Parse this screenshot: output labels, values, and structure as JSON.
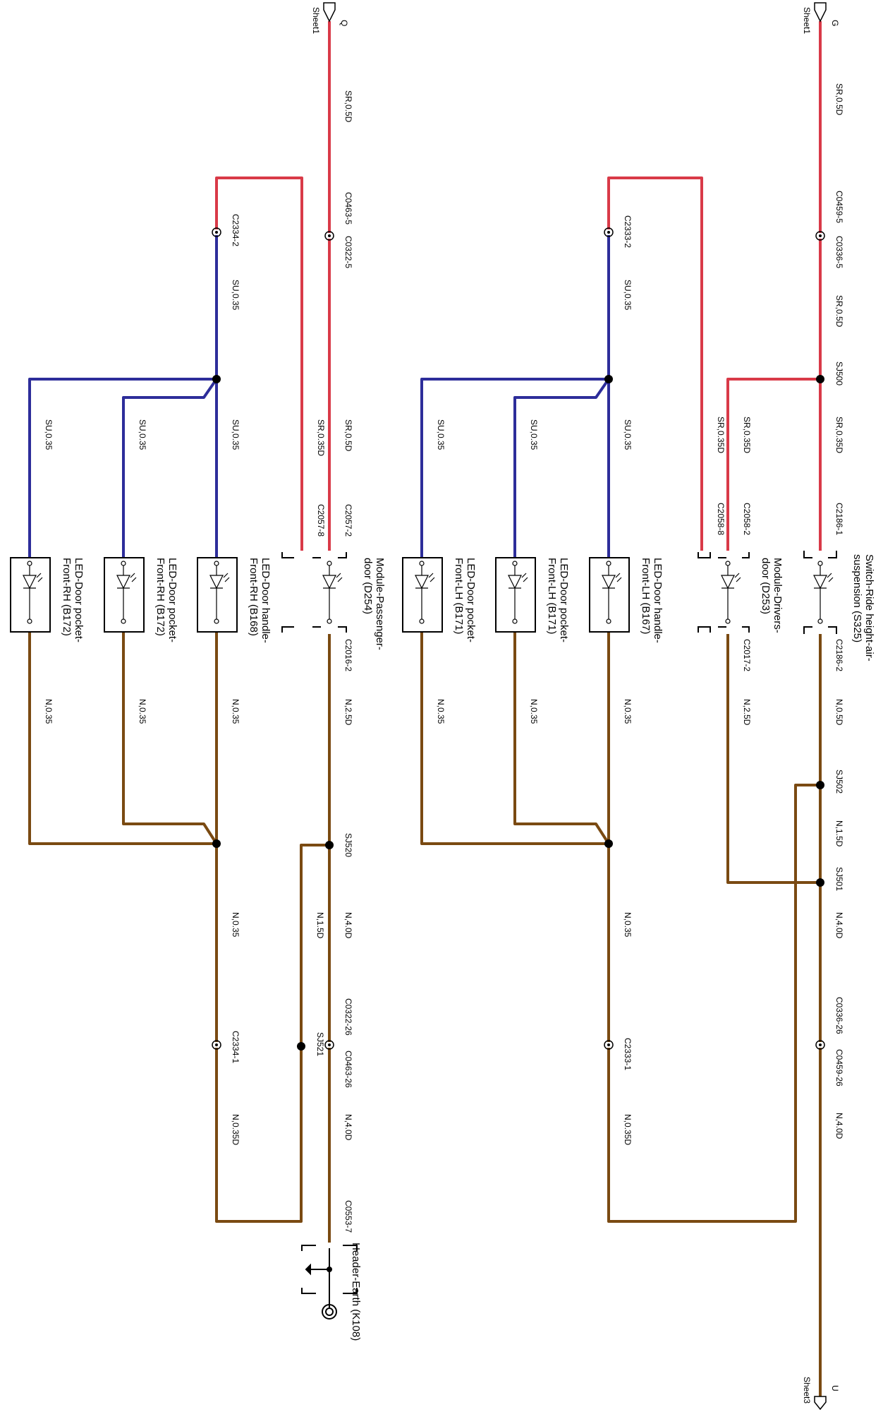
{
  "colors": {
    "red": "#d93a48",
    "blue": "#2d2d9a",
    "brown": "#7a4a12",
    "black": "#000000"
  },
  "ports": {
    "left_top": {
      "letter": "Q",
      "sheet": "Sheet1"
    },
    "right_top": {
      "letter": "G",
      "sheet": "Sheet1"
    },
    "right_bottom": {
      "letter": "U",
      "sheet": "Sheet3"
    }
  },
  "components": {
    "switch": [
      "Switch-Ride height-air-",
      "suspension (S325)"
    ],
    "module_drivers": [
      "Module-Drivers-",
      "door (D253)"
    ],
    "module_passenger": [
      "Module-Passenger-",
      "door (D254)"
    ],
    "led_handle_lh": [
      "LED-Door handle-",
      "Front-LH (B167)"
    ],
    "led_pocket_lh_a": [
      "LED-Door pocket-",
      "Front-LH (B171)"
    ],
    "led_pocket_lh_b": [
      "LED-Door pocket-",
      "Front-LH (B171)"
    ],
    "led_handle_rh": [
      "LED-Door handle-",
      "Front-RH (B168)"
    ],
    "led_pocket_rh_a": [
      "LED-Door pocket-",
      "Front-RH (B172)"
    ],
    "led_pocket_rh_b": [
      "LED-Door pocket-",
      "Front-RH (B172)"
    ],
    "header_earth": "Header-Earth (K108)"
  },
  "labels": {
    "r_sr05d_top": "SR,0.5D",
    "r_c0459_5": "C0459-5",
    "r_c0336_5": "C0336-5",
    "r_sr05d_mid": "SR,0.5D",
    "r_sj500": "SJ500",
    "r_sr035d_main": "SR,0.35D",
    "r_sr035d_d253": "SR,0.35D",
    "r_sr035d_c2058": "SR,0.35D",
    "r_c2186_1": "C2186-1",
    "r_c2186_2": "C2186-2",
    "r_c2058_2": "C2058-2",
    "r_c2058_8": "C2058-8",
    "r_c2017_2": "C2017-2",
    "r_n05d": "N,0.5D",
    "r_n25d": "N,2.5D",
    "r_sj502": "SJ502",
    "r_n15d": "N,1.5D",
    "r_sj501": "SJ501",
    "r_n40d_a": "N,4.0D",
    "r_c0336_26": "C0336-26",
    "r_c0459_26": "C0459-26",
    "r_n40d_b": "N,4.0D",
    "r_c2333_2": "C2333-2",
    "r_su035_top": "SU,0.35",
    "r_su035_a": "SU,0.35",
    "r_su035_b": "SU,0.35",
    "r_su035_c": "SU,0.35",
    "r_n035_a": "N,0.35",
    "r_n035_b": "N,0.35",
    "r_n035_c": "N,0.35",
    "r_n035_mid": "N,0.35",
    "r_c2333_1": "C2333-1",
    "r_n035d": "N,0.35D",
    "l_sr05d_top": "SR,0.5D",
    "l_c0463_5": "C0463-5",
    "l_c0322_5": "C0322-5",
    "l_c2334_2": "C2334-2",
    "l_su035_top": "SU,0.35",
    "l_sr05d_mid": "SR,0.5D",
    "l_sr035d": "SR,0.35D",
    "l_su035_a": "SU,0.35",
    "l_su035_b": "SU,0.35",
    "l_su035_c": "SU,0.35",
    "l_c2057_2": "C2057-2",
    "l_c2057_8": "C2057-8",
    "l_c2016_2": "C2016-2",
    "l_n25d": "N,2.5D",
    "l_n035_a": "N,0.35",
    "l_n035_b": "N,0.35",
    "l_n035_c": "N,0.35",
    "l_sj520": "SJ520",
    "l_n40d_a": "N,4.0D",
    "l_n15d": "N,1.5D",
    "l_n035_mid": "N,0.35",
    "l_c0322_26": "C0322-26",
    "l_c0463_26": "C0463-26",
    "l_sj521": "SJ521",
    "l_c2334_1": "C2334-1",
    "l_n40d_b": "N,4.0D",
    "l_n035d": "N,0.35D",
    "l_c0553_7": "C0553-7"
  }
}
